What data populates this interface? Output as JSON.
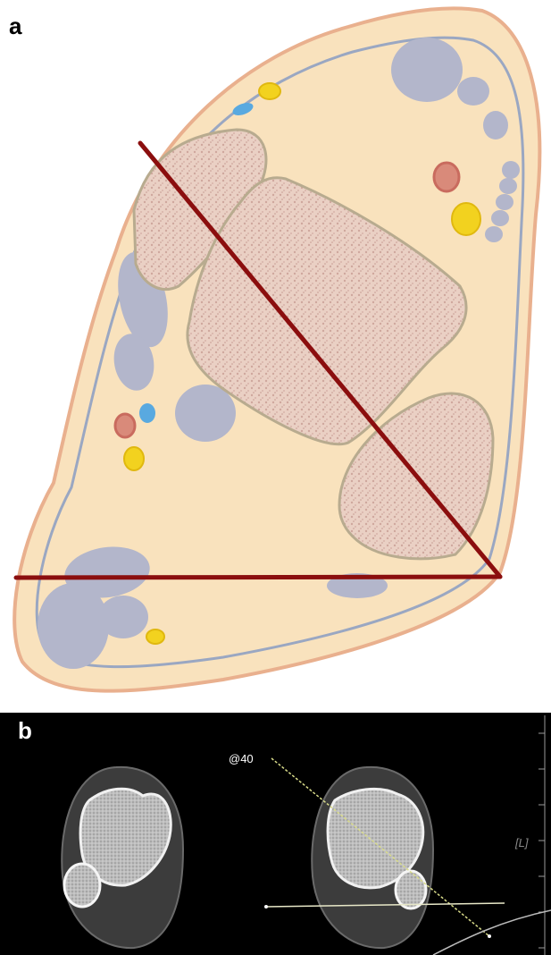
{
  "panel_a": {
    "label": "a",
    "colors": {
      "skin_fill": "#f9e2bd",
      "skin_outline": "#e9b08e",
      "fascia": "#9aa7c2",
      "bone_fill": "#e6c3b8",
      "bone_outline": "#b8ab8f",
      "tendon": "#b3b6cb",
      "nerve": "#f2d21f",
      "vein": "#59a9e0",
      "artery": "#d98a7a",
      "reference_line": "#8b0e0e"
    }
  },
  "panel_b": {
    "label": "b",
    "angle_text": "@40",
    "side_marker": "[L]",
    "colors": {
      "background": "#000000",
      "bone": "#d8d8d8",
      "soft_tissue": "#3c3c3c",
      "measure_line": "#d9dc8a",
      "label": "#ffffff"
    }
  }
}
